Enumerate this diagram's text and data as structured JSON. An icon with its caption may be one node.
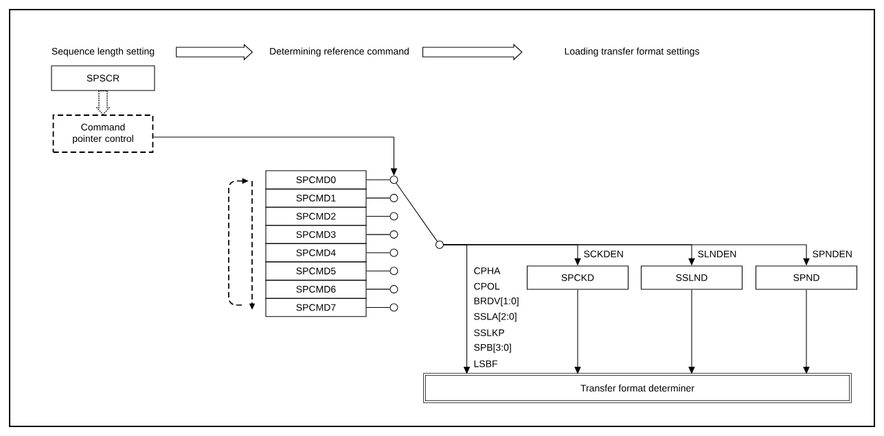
{
  "diagram": {
    "nodes": [
      {
        "text": [
          "Sequence length setting"
        ]
      },
      {
        "text": [
          "Determining reference command"
        ]
      },
      {
        "text": [
          "Loading transfer format settings"
        ]
      },
      {
        "text": [
          "SPSCR"
        ]
      },
      {
        "text": [
          "Command pointer control"
        ]
      },
      {
        "text": [
          "SPCMD0"
        ]
      },
      {
        "text": [
          "SPCMD1"
        ]
      },
      {
        "text": [
          "SPCMD2"
        ]
      },
      {
        "text": [
          "SPCMD3"
        ]
      },
      {
        "text": [
          "SPCMD4"
        ]
      },
      {
        "text": [
          "SPCMD5"
        ]
      },
      {
        "text": [
          "SPCMD6"
        ]
      },
      {
        "text": [
          "SPCMD7"
        ]
      },
      {
        "text": [],
        "shape": "circle"
      },
      {
        "text": [],
        "shape": "circle"
      },
      {
        "text": [],
        "shape": "circle"
      },
      {
        "text": [],
        "shape": "circle"
      },
      {
        "text": [],
        "shape": "circle"
      },
      {
        "text": [],
        "shape": "circle"
      },
      {
        "text": [],
        "shape": "circle"
      },
      {
        "text": [],
        "shape": "circle"
      },
      {
        "text": [],
        "shape": "circle"
      },
      {
        "text": [
          "SPCKD"
        ]
      },
      {
        "text": [
          "SSLND"
        ]
      },
      {
        "text": [
          "SPND"
        ]
      },
      {
        "text": [
          "Transfer format determiner"
        ]
      }
    ],
    "edges": [
      {
        "from": 0,
        "to": 1,
        "arrow": "to"
      },
      {
        "from": 1,
        "to": 2,
        "arrow": "to"
      },
      {
        "from": 3,
        "to": 4,
        "arrow": "to",
        "style": "dashed"
      },
      {
        "from": 4,
        "to": 13,
        "arrow": "to"
      },
      {
        "from": 5,
        "to": 13,
        "arrow": "none"
      },
      {
        "from": 6,
        "to": 14,
        "arrow": "none"
      },
      {
        "from": 7,
        "to": 15,
        "arrow": "none"
      },
      {
        "from": 8,
        "to": 16,
        "arrow": "none"
      },
      {
        "from": 9,
        "to": 17,
        "arrow": "none"
      },
      {
        "from": 10,
        "to": 18,
        "arrow": "none"
      },
      {
        "from": 11,
        "to": 19,
        "arrow": "none"
      },
      {
        "from": 12,
        "to": 20,
        "arrow": "none"
      },
      {
        "from": 21,
        "to": 13,
        "arrow": "none"
      },
      {
        "from": 21,
        "to": 25,
        "arrow": "to"
      },
      {
        "from": 21,
        "to": 22,
        "arrow": "to",
        "label": "SCKDEN"
      },
      {
        "from": 21,
        "to": 23,
        "arrow": "to",
        "label": "SLNDEN"
      },
      {
        "from": 21,
        "to": 24,
        "arrow": "to",
        "label": "SPNDEN"
      },
      {
        "from": 22,
        "to": 25,
        "arrow": "to"
      },
      {
        "from": 23,
        "to": 25,
        "arrow": "to"
      },
      {
        "from": 24,
        "to": 25,
        "arrow": "to"
      }
    ],
    "labels": [
      "CPHA",
      "CPOL",
      "BRDV[1:0]",
      "SSLA[2:0]",
      "SSLKP",
      "SPB[3:0]",
      "LSBF"
    ]
  }
}
